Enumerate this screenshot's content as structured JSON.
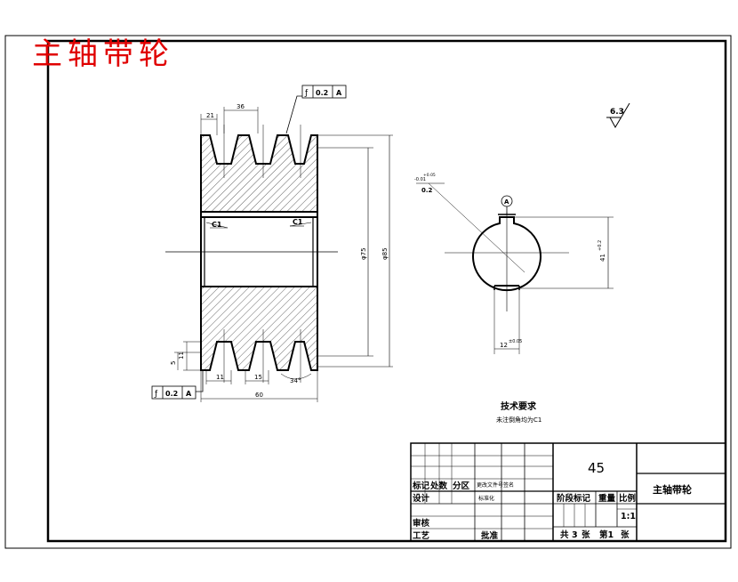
{
  "drawing": {
    "title": "主轴带轮",
    "roughness": "6.3",
    "gtol_top": {
      "symbol": "ƒ",
      "value": "0.2",
      "datum": "A"
    },
    "gtol_bottom": {
      "symbol": "ƒ",
      "value": "0.2",
      "datum": "A"
    },
    "chamfer_left": "C1",
    "chamfer_right": "C1",
    "datum_label": "A",
    "dims": {
      "top_groove_width": "21",
      "top_groove_pitch": "36",
      "dia_inner": "φ75",
      "dia_outer": "φ85",
      "bottom_a": "11",
      "bottom_b": "15",
      "bottom_c": "5",
      "bottom_d": "11",
      "bottom_angle": "34°",
      "total_width": "60",
      "keyway_height": "41",
      "keyway_height_tol": "+0.2",
      "keyway_width": "12",
      "keyway_width_tol": "±0.05",
      "sym_tol": "0.2",
      "bore_tol_a": "+0.05",
      "bore_tol_b": "-0.01"
    },
    "tech_req": {
      "heading": "技术要求",
      "line1": "未注倒角均为C1"
    },
    "title_block": {
      "material": "45",
      "part_name": "主轴带轮",
      "row_labels": {
        "mark": "标记",
        "count": "处数",
        "zone": "分区",
        "doc": "更改文件号",
        "sign": "签名",
        "design": "设计",
        "std": "标准化",
        "check": "审核",
        "process": "工艺",
        "approve": "批准"
      },
      "stage_label": "阶段标记",
      "weight_label": "重量",
      "scale_label": "比例",
      "scale_value": "1:1",
      "sheets_total": "共",
      "sheets_total_n": "3",
      "sheet_unit": "张",
      "sheet_no": "第1",
      "sheet_unit2": "张"
    }
  }
}
